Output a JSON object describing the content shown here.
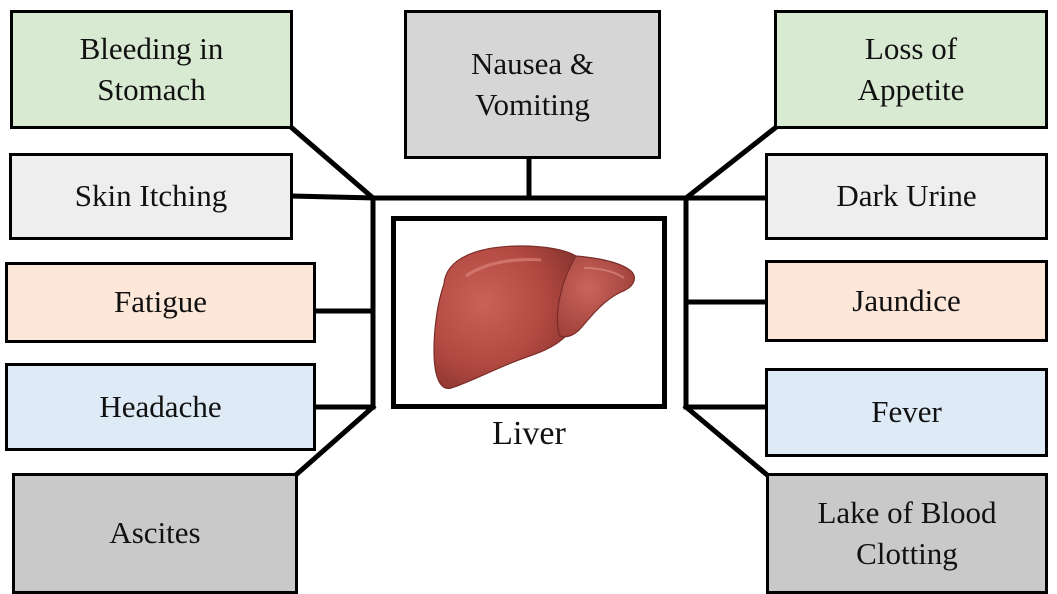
{
  "center": {
    "label": "Liver",
    "icon": "liver-icon",
    "liver_color": "#b34a42"
  },
  "symptoms": {
    "bleeding_in_stomach": "Bleeding in\nStomach",
    "nausea_vomiting": "Nausea &\nVomiting",
    "loss_of_appetite": "Loss of\nAppetite",
    "skin_itching": "Skin Itching",
    "dark_urine": "Dark Urine",
    "fatigue": "Fatigue",
    "jaundice": "Jaundice",
    "headache": "Headache",
    "fever": "Fever",
    "ascites": "Ascites",
    "lake_of_blood_clotting": "Lake of Blood\nClotting"
  },
  "colors": {
    "green": "#d9ead3",
    "grey": "#d6d6d6",
    "light_grey": "#eeeeee",
    "peach": "#fce7d9",
    "light_blue": "#deeaf6",
    "dark_grey": "#c9c9c9"
  }
}
